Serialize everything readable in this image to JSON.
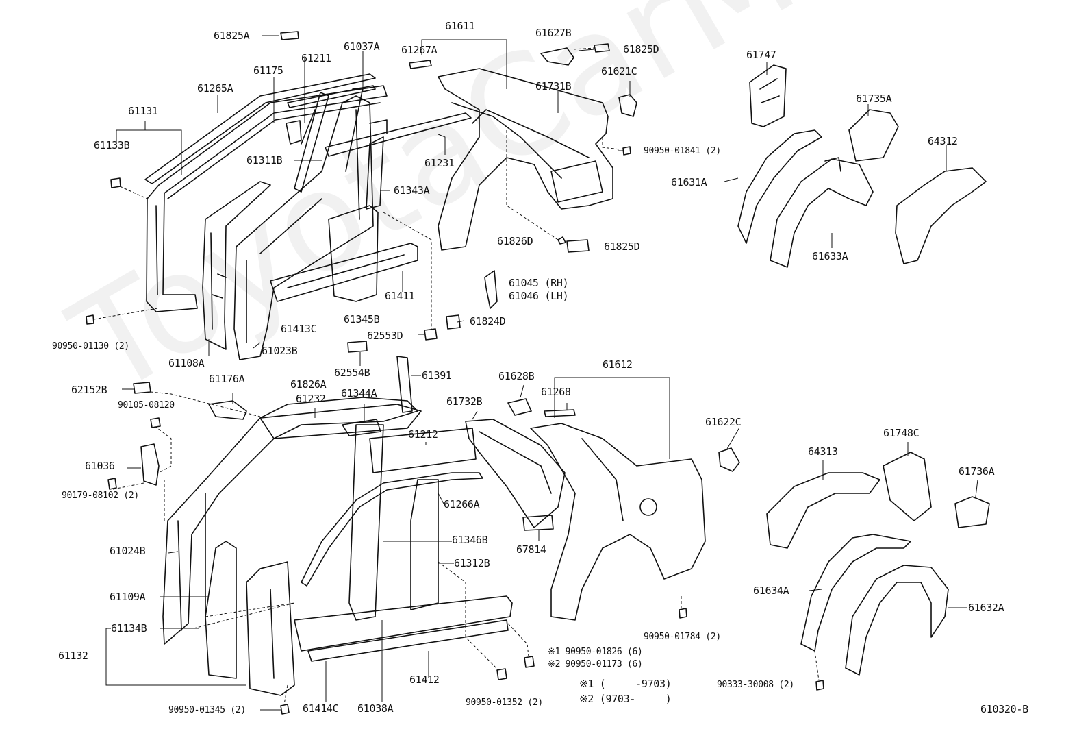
{
  "watermark": "ToyotaCarMine.ru",
  "diagram_code": "610320-B",
  "parts": {
    "p61825A": "61825A",
    "p61211": "61211",
    "p61037A": "61037A",
    "p61611": "61611",
    "p61267A": "61267A",
    "p61627B": "61627B",
    "p61825D_top": "61825D",
    "p61747": "61747",
    "p61175": "61175",
    "p61265A": "61265A",
    "p61621C": "61621C",
    "p61731B": "61731B",
    "p61735A": "61735A",
    "p61131": "61131",
    "p61133B": "61133B",
    "p90950_01841": "90950-01841 (2)",
    "p64312": "64312",
    "p61311B": "61311B",
    "p61231": "61231",
    "p61631A": "61631A",
    "p61343A": "61343A",
    "p61826D": "61826D",
    "p61825D_mid": "61825D",
    "p61633A": "61633A",
    "p61045": "61045 (RH)",
    "p61046": "61046 (LH)",
    "p61411": "61411",
    "p61345B": "61345B",
    "p61824D": "61824D",
    "p61413C": "61413C",
    "p62553D": "62553D",
    "p90950_01130": "90950-01130 (2)",
    "p61108A": "61108A",
    "p61023B": "61023B",
    "p62554B": "62554B",
    "p61391": "61391",
    "p61612": "61612",
    "p61176A": "61176A",
    "p61826A": "61826A",
    "p61628B": "61628B",
    "p62152B": "62152B",
    "p61268": "61268",
    "p61232": "61232",
    "p61344A": "61344A",
    "p90105_08120": "90105-08120",
    "p61732B": "61732B",
    "p61622C": "61622C",
    "p61212": "61212",
    "p61748C": "61748C",
    "p64313": "64313",
    "p61036": "61036",
    "p61736A": "61736A",
    "p61266A": "61266A",
    "p90179_08102": "90179-08102 (2)",
    "p67814": "67814",
    "p61346B": "61346B",
    "p61024B": "61024B",
    "p61312B": "61312B",
    "p61634A": "61634A",
    "p61109A": "61109A",
    "p61632A": "61632A",
    "p61134B": "61134B",
    "p90950_01784": "90950-01784 (2)",
    "p61132": "61132",
    "p90950_01826": "※1 90950-01826 (6)",
    "p90950_01173": "※2 90950-01173 (6)",
    "p61412": "61412",
    "p_note1": "※1 (     -9703)",
    "p_note2": "※2 (9703-     )",
    "p90333_30008": "90333-30008 (2)",
    "p90950_01345": "90950-01345 (2)",
    "p61414C": "61414C",
    "p61038A": "61038A",
    "p90950_01352": "90950-01352 (2)"
  }
}
